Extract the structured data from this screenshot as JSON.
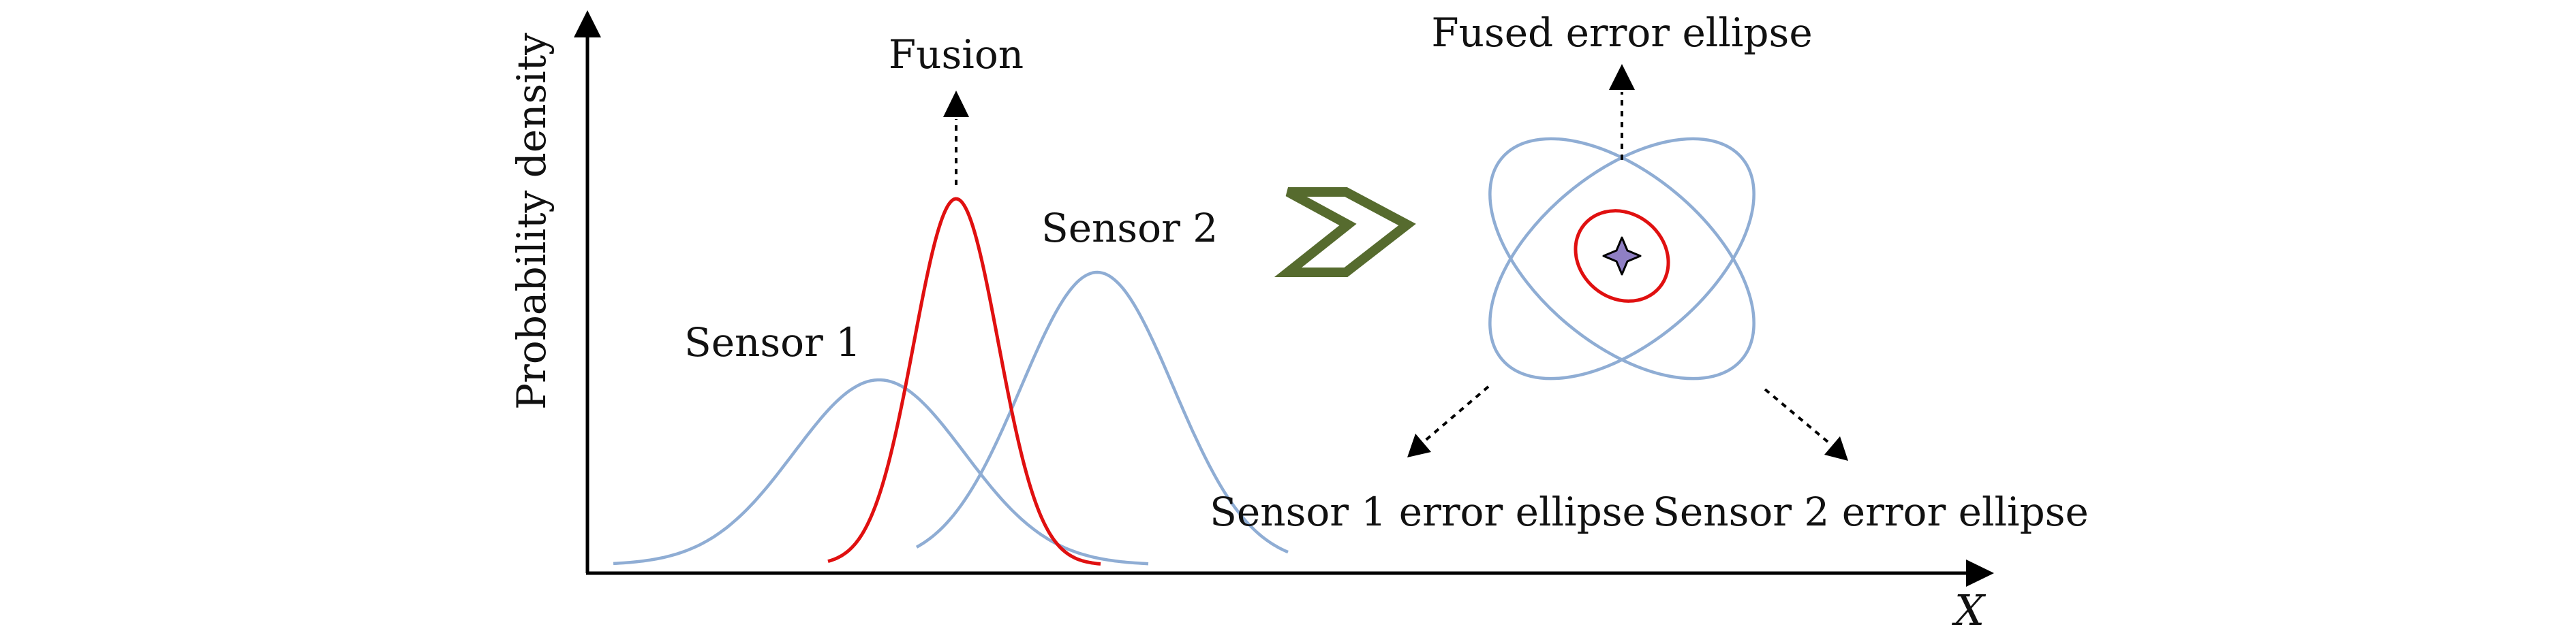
{
  "labels": {
    "fusion": "Fusion",
    "sensor1": "Sensor 1",
    "sensor2": "Sensor 2",
    "y_axis": "Probability density",
    "x_axis": "X",
    "fused_ellipse": "Fused error ellipse",
    "sensor1_ellipse": "Sensor 1 error ellipse",
    "sensor2_ellipse": "Sensor 2 error ellipse"
  },
  "colors": {
    "sensor_curve": "#8fadd4",
    "fusion_curve": "#e01010",
    "axis": "#000000",
    "chevron": "#566b2e",
    "star_fill": "#8f7fc4"
  },
  "icons": {
    "transition": "chevron-right-icon",
    "fused_estimate": "four-point-star-icon"
  }
}
